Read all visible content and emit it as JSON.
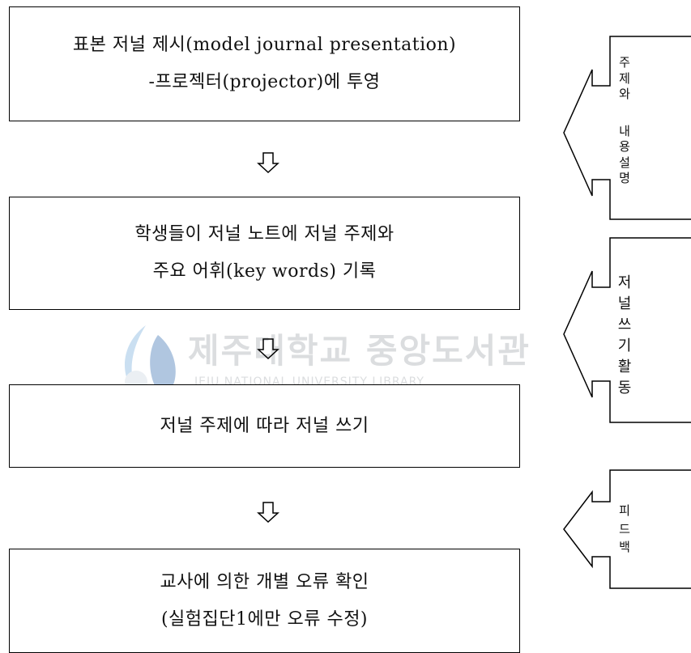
{
  "steps": [
    {
      "line1": "표본 저널 제시(model journal presentation)",
      "line2": "-프로젝터(projector)에 투영"
    },
    {
      "line1": "학생들이 저널 노트에 저널 주제와",
      "line2": "주요 어휘(key words) 기록"
    },
    {
      "line1": "저널 주제에 따라 저널 쓰기"
    },
    {
      "line1": "교사에 의한 개별 오류 확인",
      "line2": "(실험집단1에만 오류 수정)"
    }
  ],
  "side_labels": [
    {
      "chars_top": [
        "주",
        "제",
        "와"
      ],
      "chars_bottom": [
        "내",
        "용",
        "설",
        "명"
      ]
    },
    {
      "chars": [
        "저",
        "널",
        "쓰",
        "기",
        "활",
        "동"
      ]
    },
    {
      "chars": [
        "피",
        "드",
        "백"
      ]
    }
  ],
  "watermark": {
    "title": "제주대학교 중앙도서관",
    "subtitle": "JEJU NATIONAL UNIVERSITY LIBRARY"
  }
}
